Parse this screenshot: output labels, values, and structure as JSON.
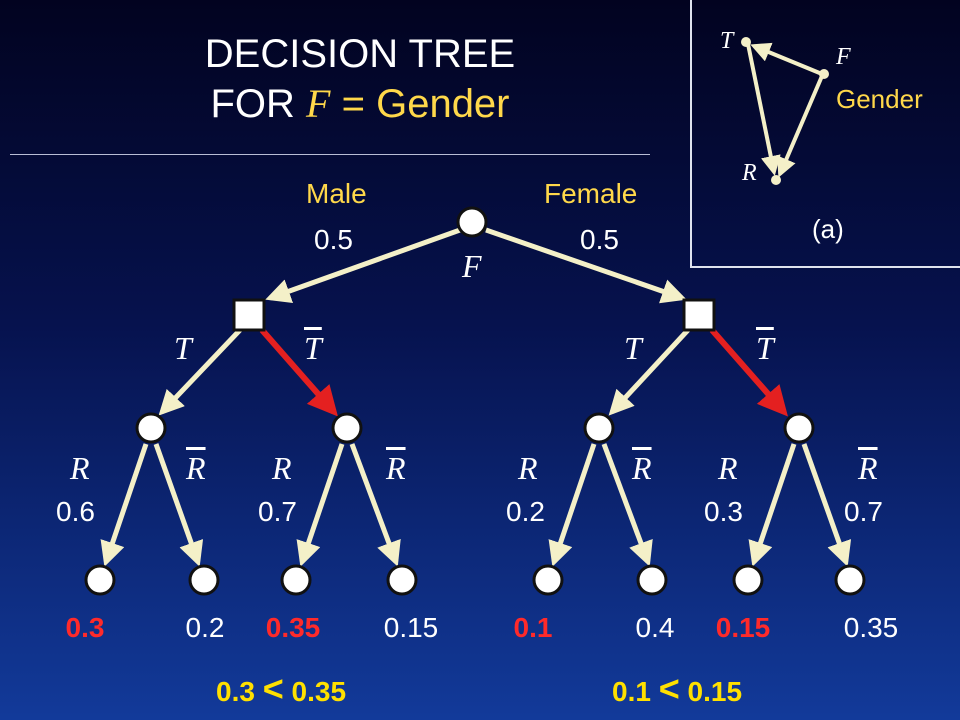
{
  "title": {
    "line1": "DECISION  TREE",
    "line2_prefix": "FOR",
    "line2_var": "F",
    "line2_suffix": "= Gender"
  },
  "inset": {
    "node_t": "T",
    "node_f": "F",
    "node_f_label": "Gender",
    "node_r": "R",
    "caption": "(a)"
  },
  "root": {
    "label": "F"
  },
  "branches": {
    "male": {
      "label": "Male",
      "prob": "0.5"
    },
    "female": {
      "label": "Female",
      "prob": "0.5"
    }
  },
  "decision_labels": {
    "left_t": "T",
    "left_tbar": "T",
    "right_t": "T",
    "right_tbar": "T"
  },
  "r_labels": {
    "r1": "R",
    "r1bar": "R",
    "r2": "R",
    "r2bar": "R",
    "r3": "R",
    "r3bar": "R",
    "r4": "R",
    "r4bar": "R"
  },
  "r_probs": {
    "p1": "0.6",
    "p2": "0.7",
    "p3": "0.2",
    "p4": "0.3",
    "p5": "0.7"
  },
  "leaves": {
    "l1": "0.3",
    "l2": "0.2",
    "l3": "0.35",
    "l4": "0.15",
    "l5": "0.1",
    "l6": "0.4",
    "l7": "0.15",
    "l8": "0.35"
  },
  "comparisons": {
    "left": {
      "a": "0.3",
      "op": "<",
      "b": "0.35"
    },
    "right": {
      "a": "0.1",
      "op": "<",
      "b": "0.15"
    }
  },
  "colors": {
    "edge": "#f4f0c8",
    "highlight_edge": "#e42020",
    "node_stroke": "#111111",
    "node_fill": "#ffffff",
    "title_accent": "#ffd84a",
    "leaf_highlight": "#ff2a2a",
    "comparison": "#ffe000"
  }
}
